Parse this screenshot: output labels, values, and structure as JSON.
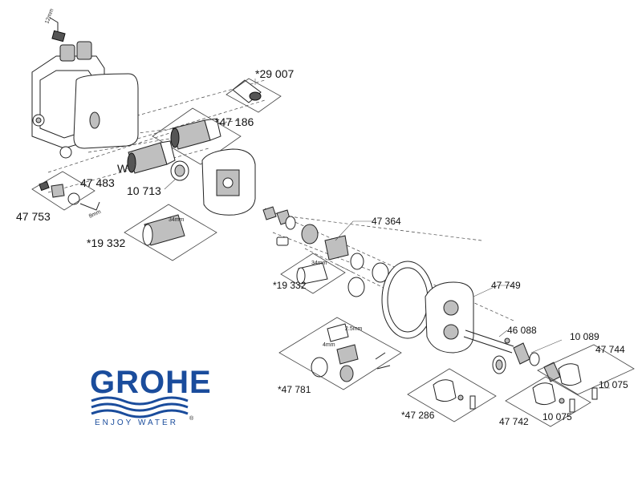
{
  "labels": {
    "p29007": "*29 007",
    "p47186": "*47 186",
    "w": "W",
    "p47483": "47 483",
    "p10713": "10 713",
    "p47753": "47 753",
    "p19332a": "*19 332",
    "p47364": "47 364",
    "p19332b": "*19 332",
    "p47749": "47 749",
    "p46088": "46 088",
    "p10089": "10 089",
    "p47744": "47 744",
    "p10075a": "10 075",
    "p47781": "*47 781",
    "p47286": "*47 286",
    "p47742": "47 742",
    "p10075b": "10 075"
  },
  "dimensions": {
    "d12mm": "12mm",
    "d8mm": "8mm",
    "d34mm_a": "34mm",
    "d34mm_b": "34mm",
    "d25mm": "2.5mm",
    "d4mm": "4mm"
  },
  "logo": {
    "name": "GROHE",
    "tagline": "ENJOY WATER",
    "mark": "®",
    "color": "#1a4c9c"
  }
}
